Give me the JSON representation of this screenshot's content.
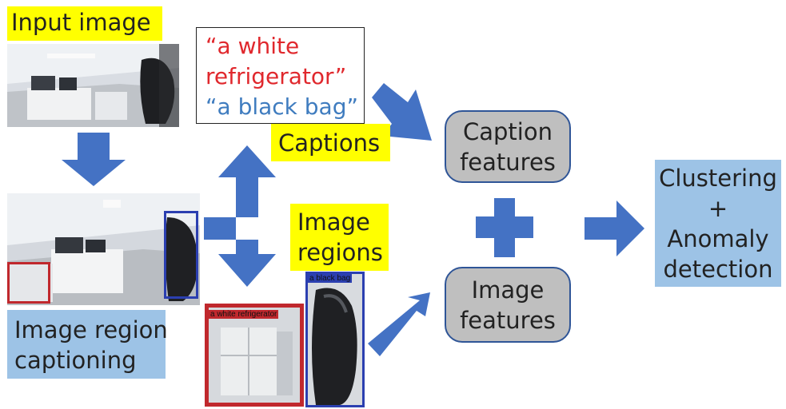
{
  "labels": {
    "input_image": "Input image",
    "image_region_captioning_1": "Image region",
    "image_region_captioning_2": "captioning",
    "captions": "Captions",
    "image_regions_1": "Image",
    "image_regions_2": "regions",
    "caption_features_1": "Caption",
    "caption_features_2": "features",
    "image_features_1": "Image",
    "image_features_2": "features",
    "plus": "+",
    "clustering_1": "Clustering",
    "clustering_2": "+",
    "clustering_3": "Anomaly",
    "clustering_4": "detection"
  },
  "captions_text": {
    "refrigerator_1": "“a white",
    "refrigerator_2": "refrigerator”",
    "bag": "“a black bag”"
  },
  "region_tags": {
    "refrigerator": "a white refrigerator",
    "bag": "a black bag"
  },
  "colors": {
    "arrow": "#4472c4",
    "yellow": "#ffff00",
    "light_blue": "#9dc3e6",
    "gray_box": "#bfbfbf",
    "red_caption": "#e0282d",
    "blue_caption": "#3f7cbf",
    "red_bbox": "#c0282d",
    "blue_bbox": "#2b3fb0"
  }
}
